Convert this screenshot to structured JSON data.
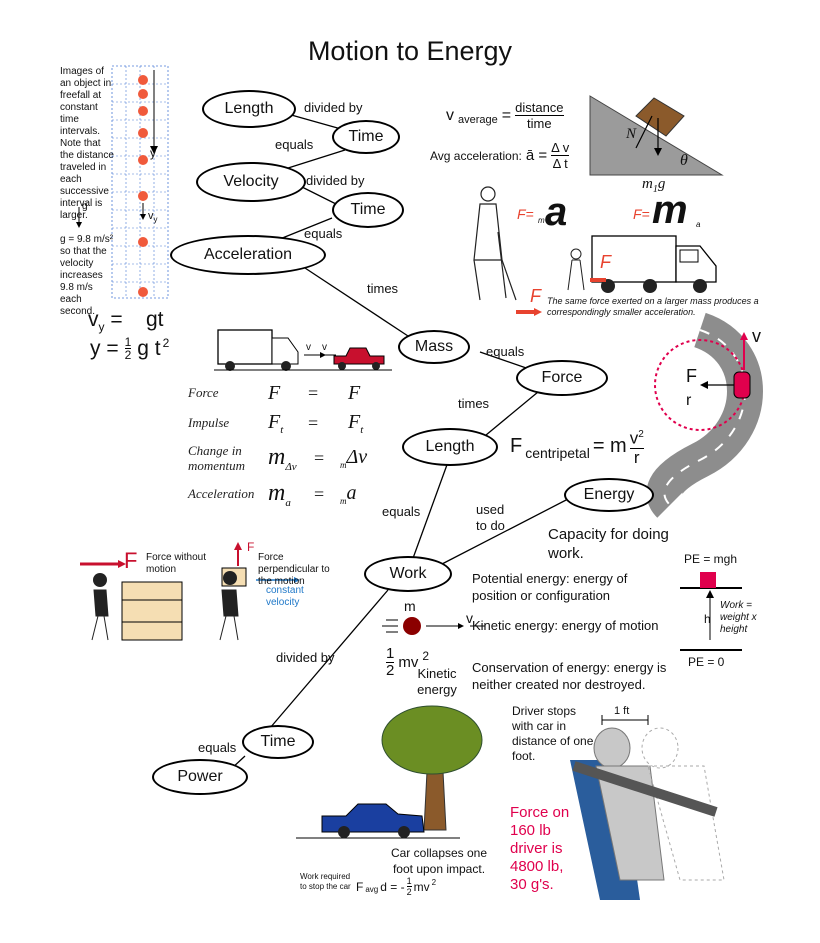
{
  "title": "Motion to Energy",
  "nodes": {
    "length1": "Length",
    "time1": "Time",
    "velocity": "Velocity",
    "time2": "Time",
    "acceleration": "Acceleration",
    "mass": "Mass",
    "force": "Force",
    "length2": "Length",
    "energy": "Energy",
    "work": "Work",
    "time3": "Time",
    "power": "Power"
  },
  "links": {
    "divided_by_1": "divided by",
    "equals_1": "equals",
    "divided_by_2": "divided by",
    "equals_2": "equals",
    "times_1": "times",
    "equals_3": "equals",
    "times_2": "times",
    "equals_4": "equals",
    "used_to_do": "used\nto do",
    "divided_by_3": "divided by",
    "equals_5": "equals"
  },
  "freefall": {
    "caption": "Images of an object in freefall at constant time intervals. Note that the distance traveled in each successive interval is larger.",
    "g_label": "g",
    "y_label": "y",
    "vy_label": "v",
    "vy_sub": "y",
    "g_value": "g = 9.8 m/s² so that the velocity increases 9.8 m/s each second.",
    "eq1_lhs": "v",
    "eq1_sub": "y",
    "eq1_rhs": "=    gt",
    "eq2": "y  =",
    "eq2_frac_num": "1",
    "eq2_frac_den": "2",
    "eq2_rest": "g t",
    "eq2_exp": "2"
  },
  "velocity_eqs": {
    "vavg_lhs": "v",
    "vavg_sub": "average",
    "vavg_num": "distance",
    "vavg_den": "time",
    "acc_label": "Avg acceleration:",
    "acc_lhs": "ā =",
    "acc_num": "Δ v",
    "acc_den": "Δ t"
  },
  "incline": {
    "N": "N",
    "theta": "θ",
    "mg": "m",
    "mg_sub": "1",
    "mg_g": "g"
  },
  "newton": {
    "F1": "F=",
    "m1": "m",
    "a1": "a",
    "F2": "F=",
    "m2": "m",
    "a2": "a",
    "F3": "F",
    "F4": "F",
    "caption": "The same force exerted on a larger mass produces a correspondingly smaller acceleration."
  },
  "truck_labels": {
    "v1": "v",
    "v2": "v"
  },
  "impulse_table": {
    "rows": [
      {
        "label": "Force",
        "lhs": "F",
        "eq": "=",
        "rhs": "F"
      },
      {
        "label": "Impulse",
        "lhs": "F",
        "lhs_sub": "t",
        "eq": "=",
        "rhs": "F",
        "rhs_sub": "t"
      },
      {
        "label": "Change in momentum",
        "lhs": "m",
        "lhs_sub": "Δv",
        "eq": "=",
        "rhs": "Δv",
        "rhs_pre": "m"
      },
      {
        "label": "Acceleration",
        "lhs": "m",
        "lhs_sub": "a",
        "eq": "=",
        "rhs": "a",
        "rhs_pre": "m"
      }
    ]
  },
  "centripetal": {
    "F": "F",
    "r": "r",
    "v": "v",
    "eq_lhs": "F",
    "eq_sub": "centripetal",
    "eq_m": "= m",
    "eq_num": "v",
    "eq_num_exp": "2",
    "eq_den": "r"
  },
  "energy_text": {
    "capacity": "Capacity for doing work.",
    "potential": "Potential energy: energy of position or configuration",
    "kinetic": "Kinetic energy: energy of motion",
    "conservation": "Conservation of energy: energy is neither created nor destroyed."
  },
  "pe_diagram": {
    "top": "PE = mgh",
    "bottom": "PE = 0",
    "h": "h",
    "work": "Work = weight x height"
  },
  "work_figs": {
    "F1": "F",
    "label1": "Force without motion",
    "F2": "F",
    "label2": "Force perpendicular to the motion",
    "constant": "constant velocity"
  },
  "ke": {
    "m": "m",
    "v": "v",
    "num": "1",
    "den": "2",
    "mv": "mv",
    "exp": "2",
    "label": "Kinetic energy"
  },
  "crash": {
    "ft": "1 ft",
    "driver": "Driver stops with car in distance of one foot.",
    "force": "Force on 160 lb driver is 4800 lb, 30 g's.",
    "collapse": "Car collapses one foot upon impact.",
    "work_req": "Work required to stop the car",
    "favg": "F",
    "favg_sub": "avg",
    "favg_rest": "d = -",
    "favg_num": "1",
    "favg_den": "2",
    "favg_mv": "mv",
    "favg_exp": "2"
  },
  "colors": {
    "accent_red": "#e0004d",
    "force_red": "#e8432f",
    "blue": "#1f78c8",
    "road": "#8d8d8d"
  }
}
